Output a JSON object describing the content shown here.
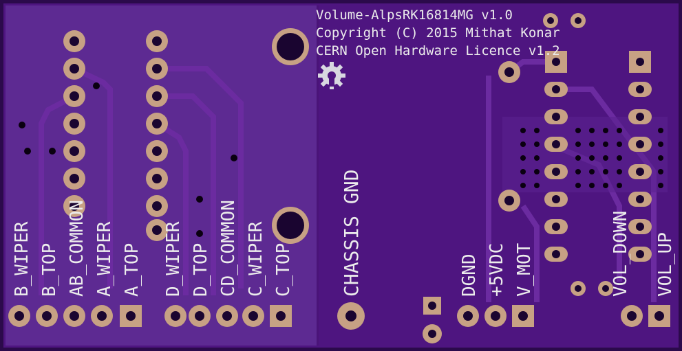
{
  "board": {
    "title_lines": [
      "Volume-AlpsRK16814MG v1.0",
      "Copyright (C) 2015 Mithat Konar",
      "CERN Open Hardware Licence v1.2"
    ],
    "colors": {
      "background": "#2b0a4b",
      "board": "#4e1580",
      "ground_pour": "#5d2a92",
      "trace": "#6b2ba0",
      "pad_ring": "#c7a184",
      "silkscreen": "#ececec"
    },
    "left_labels": [
      "B_WIPER",
      "B_TOP",
      "AB_COMMON",
      "A_WIPER",
      "A_TOP"
    ],
    "mid_labels": [
      "D_WIPER",
      "D_TOP",
      "CD_COMMON",
      "C_WIPER",
      "C_TOP"
    ],
    "chassis_label": "CHASSIS GND",
    "power_labels": [
      "DGND",
      "+5VDC",
      "V_MOT"
    ],
    "vol_labels": [
      "VOL_DOWN",
      "VOL_UP"
    ],
    "logo_icon": "oshw-gear-icon"
  }
}
